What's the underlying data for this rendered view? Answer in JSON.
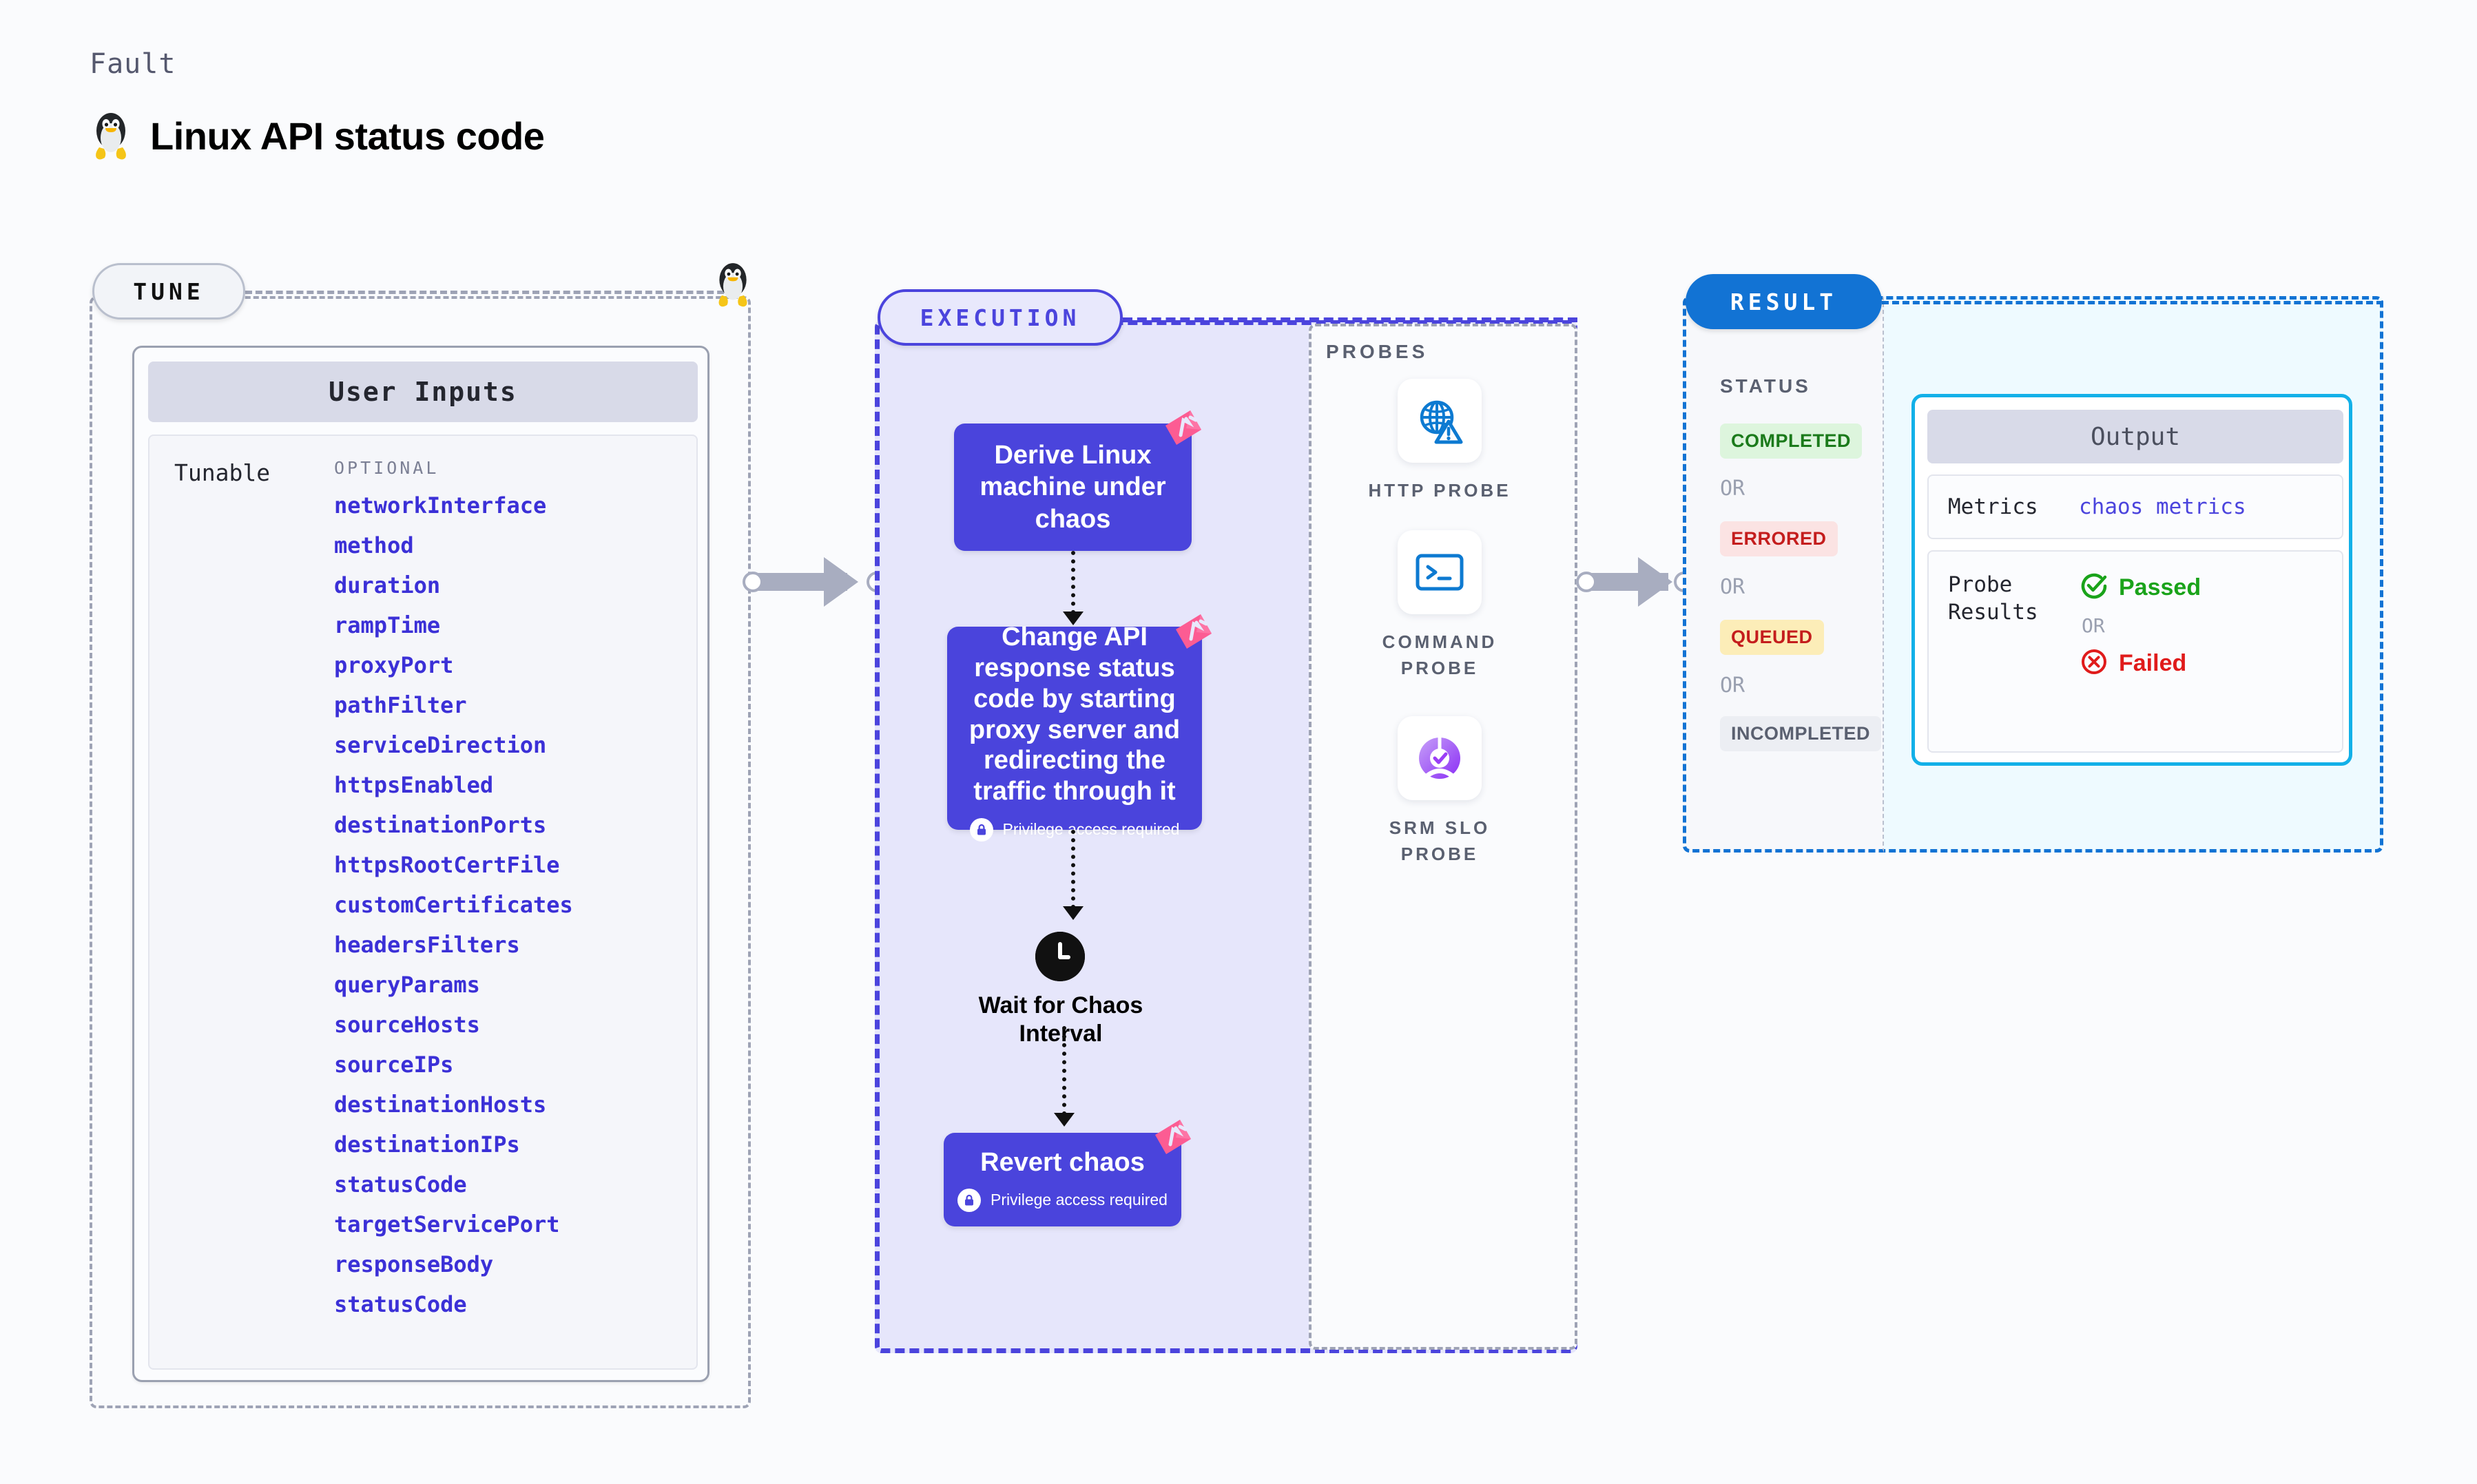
{
  "header": {
    "eyebrow": "Fault",
    "title": "Linux API status code",
    "icon": "linux-tux-penguin"
  },
  "tune": {
    "stage_label": "TUNE",
    "card_title": "User Inputs",
    "group_label": "Tunable",
    "section_label": "OPTIONAL",
    "parameters": [
      "networkInterface",
      "method",
      "duration",
      "rampTime",
      "proxyPort",
      "pathFilter",
      "serviceDirection",
      "httpsEnabled",
      "destinationPorts",
      "httpsRootCertFile",
      "customCertificates",
      "headersFilters",
      "queryParams",
      "sourceHosts",
      "sourceIPs",
      "destinationHosts",
      "destinationIPs",
      "statusCode",
      "targetServicePort",
      "responseBody",
      "statusCode"
    ]
  },
  "execution": {
    "stage_label": "EXECUTION",
    "steps": [
      {
        "text": "Derive Linux machine under chaos",
        "privilege": null,
        "chaos_badge": true
      },
      {
        "text": "Change API response status code by starting proxy server and redirecting the traffic through it",
        "privilege": "Privilege access required",
        "chaos_badge": true
      },
      {
        "text": "Revert chaos",
        "privilege": "Privilege access required",
        "chaos_badge": true
      }
    ],
    "wait_node": {
      "label": "Wait for Chaos Interval",
      "icon": "clock-icon"
    }
  },
  "probes": {
    "title": "PROBES",
    "items": [
      {
        "label": "HTTP PROBE",
        "icon": "globe-warning-icon"
      },
      {
        "label": "COMMAND PROBE",
        "icon": "terminal-icon"
      },
      {
        "label": "SRM SLO PROBE",
        "icon": "slo-donut-check-icon"
      }
    ]
  },
  "result": {
    "stage_label": "RESULT",
    "status_title": "STATUS",
    "or_label": "OR",
    "statuses": [
      {
        "label": "COMPLETED",
        "bg": "#ddf5dd",
        "fg": "#1b7a1b"
      },
      {
        "label": "ERRORED",
        "bg": "#fbe3e3",
        "fg": "#c41d1d"
      },
      {
        "label": "QUEUED",
        "bg": "#fcedb8",
        "fg": "#c41d1d"
      },
      {
        "label": "INCOMPLETED",
        "bg": "#eceef3",
        "fg": "#5a6070"
      }
    ],
    "output": {
      "title": "Output",
      "metrics_key": "Metrics",
      "metrics_value": "chaos metrics",
      "probe_results_key": "Probe Results",
      "passed_label": "Passed",
      "failed_label": "Failed",
      "or_label": "OR"
    }
  },
  "colors": {
    "purple": "#4a44dc",
    "pink_badge": "#fc5c93",
    "blue_result": "#1273d4",
    "cyan_output": "#12b0e8",
    "exec_bg": "#e6e6fb",
    "result_bg": "#eefaff",
    "param_blue": "#3b30d7",
    "green": "#1aa31a",
    "red": "#e01b1b"
  }
}
